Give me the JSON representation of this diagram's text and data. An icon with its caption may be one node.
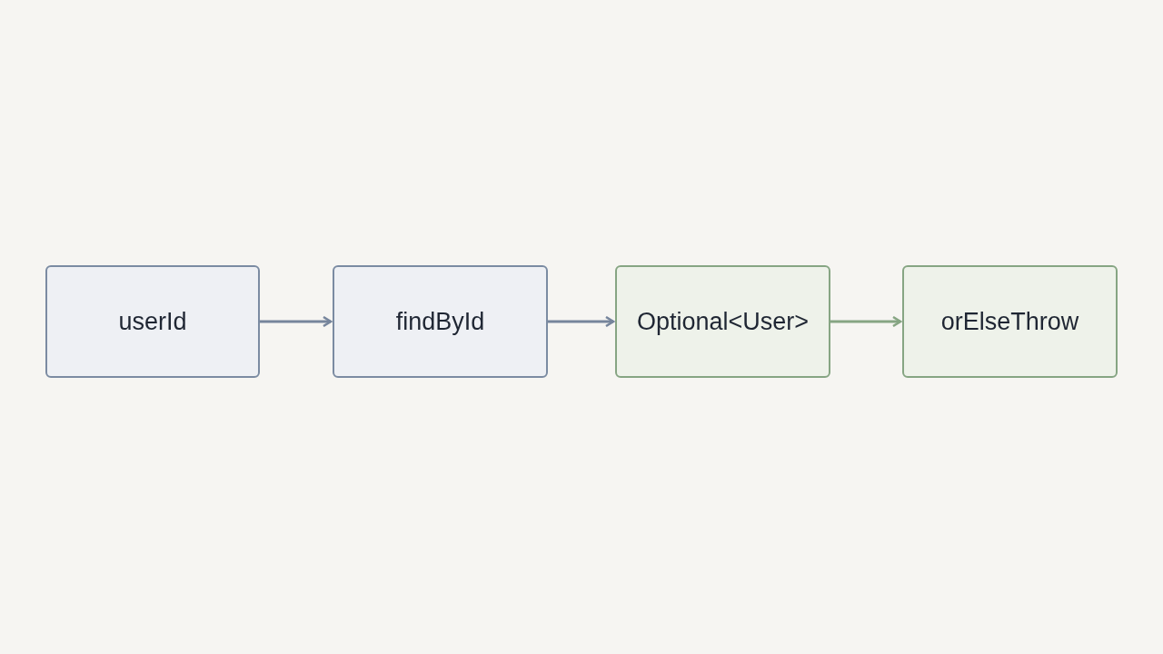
{
  "diagram": {
    "nodes": [
      {
        "text": [
          "userId"
        ]
      },
      {
        "text": [
          "findById"
        ]
      },
      {
        "text": [
          "Optional<User>"
        ]
      },
      {
        "text": [
          "orElseThrow"
        ]
      }
    ],
    "edges": [
      {
        "from": 0,
        "to": 1,
        "arrow": "to"
      },
      {
        "from": 1,
        "to": 2,
        "arrow": "to"
      },
      {
        "from": 2,
        "to": 3,
        "arrow": "to",
        "color": "#86a583"
      }
    ]
  }
}
